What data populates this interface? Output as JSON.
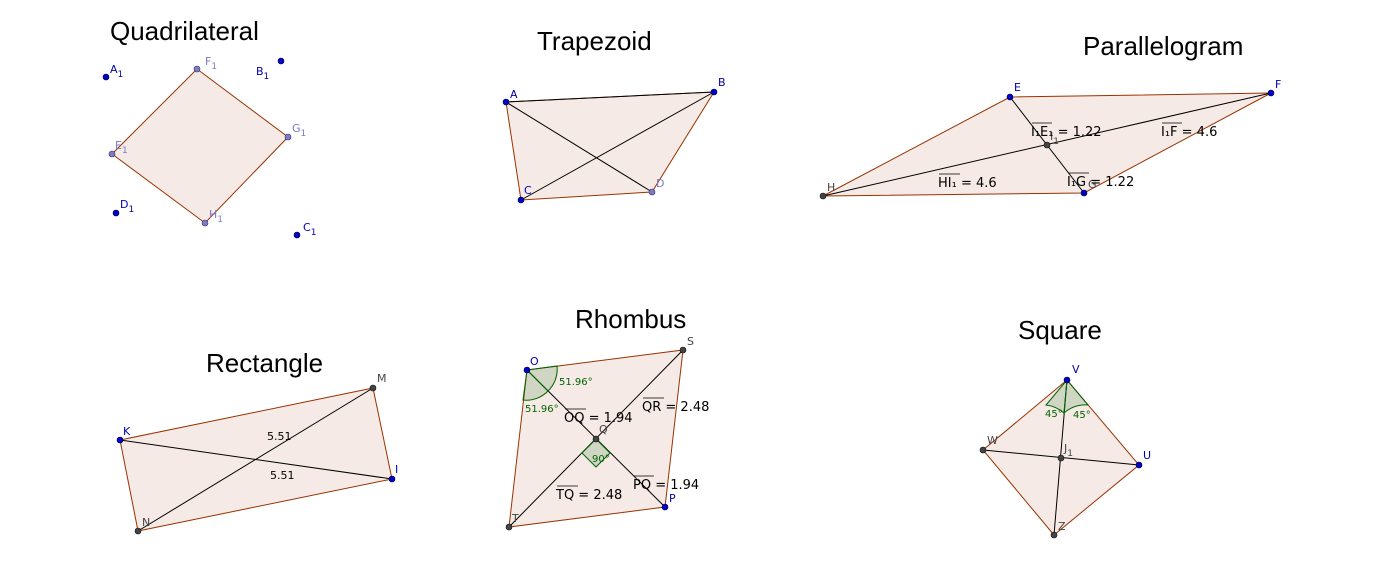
{
  "titles": {
    "quadrilateral": "Quadrilateral",
    "trapezoid": "Trapezoid",
    "parallelogram": "Parallelogram",
    "rectangle": "Rectangle",
    "rhombus": "Rhombus",
    "square": "Square"
  },
  "quadrilateral": {
    "points": {
      "A1": {
        "base": "A",
        "sub": "1"
      },
      "B1": {
        "base": "B",
        "sub": "1"
      },
      "C1": {
        "base": "C",
        "sub": "1"
      },
      "D1": {
        "base": "D",
        "sub": "1"
      },
      "E1": {
        "base": "E",
        "sub": "1"
      },
      "F1": {
        "base": "F",
        "sub": "1"
      },
      "G1": {
        "base": "G",
        "sub": "1"
      },
      "H1": {
        "base": "H",
        "sub": "1"
      }
    }
  },
  "trapezoid": {
    "points": {
      "A": "A",
      "B": "B",
      "C": "C",
      "D": "D"
    }
  },
  "parallelogram": {
    "points": {
      "E": "E",
      "F": "F",
      "G": "G",
      "H": "H",
      "I1": {
        "base": "I",
        "sub": "1"
      }
    },
    "measures": {
      "I1E1": "I₁E₁ = 1.22",
      "I1F": "I₁F = 4.6",
      "HI1": "HI₁ = 4.6",
      "I1G": "I₁G = 1.22"
    }
  },
  "rectangle": {
    "points": {
      "K": "K",
      "M": "M",
      "I": "I",
      "N": "N"
    },
    "measures": {
      "diag1": "5.51",
      "diag2": "5.51"
    }
  },
  "rhombus": {
    "points": {
      "O": "O",
      "S": "S",
      "P": "P",
      "T": "T",
      "Q": "Q"
    },
    "measures": {
      "OQ": "OQ = 1.94",
      "QR": "QR = 2.48",
      "TQ": "TQ = 2.48",
      "PQ": "PQ = 1.94"
    },
    "angles": {
      "a1": "51.96°",
      "a2": "51.96°",
      "right": "90°"
    }
  },
  "square": {
    "points": {
      "V": "V",
      "W": "W",
      "U": "U",
      "Z": "Z",
      "J1": {
        "base": "J",
        "sub": "1"
      }
    },
    "angles": {
      "a1": "45°",
      "a2": "45°"
    }
  }
}
